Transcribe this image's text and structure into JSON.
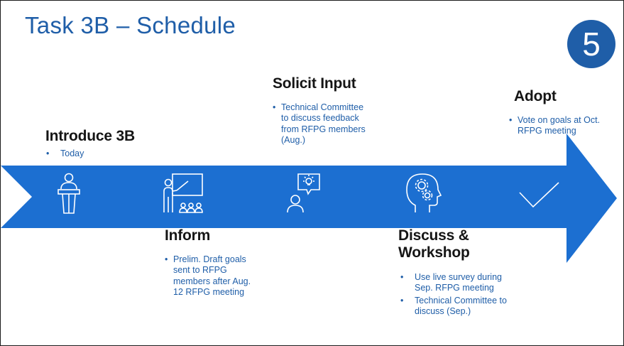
{
  "slide": {
    "title": "Task 3B – Schedule",
    "badge_number": "5"
  },
  "colors": {
    "accent": "#1f5ea8",
    "arrow": "#1c6fd1",
    "icon_stroke": "#ffffff",
    "heading_text": "#151515"
  },
  "stages": [
    {
      "title": "Introduce 3B",
      "icon": "podium-speaker-icon",
      "bullets": [
        "Today"
      ]
    },
    {
      "title": "Inform",
      "icon": "presentation-audience-icon",
      "bullets": [
        "Prelim. Draft goals sent to RFPG members after Aug. 12 RFPG meeting"
      ]
    },
    {
      "title": "Solicit Input",
      "icon": "idea-person-icon",
      "bullets": [
        "Technical Committee to discuss feedback from RFPG members (Aug.)"
      ]
    },
    {
      "title": "Discuss & Workshop",
      "icon": "head-gears-icon",
      "bullets": [
        "Use live survey during Sep. RFPG meeting",
        "Technical Committee to discuss (Sep.)"
      ]
    },
    {
      "title": "Adopt",
      "icon": "checkmark-icon",
      "bullets": [
        "Vote on goals at Oct. RFPG meeting"
      ]
    }
  ]
}
